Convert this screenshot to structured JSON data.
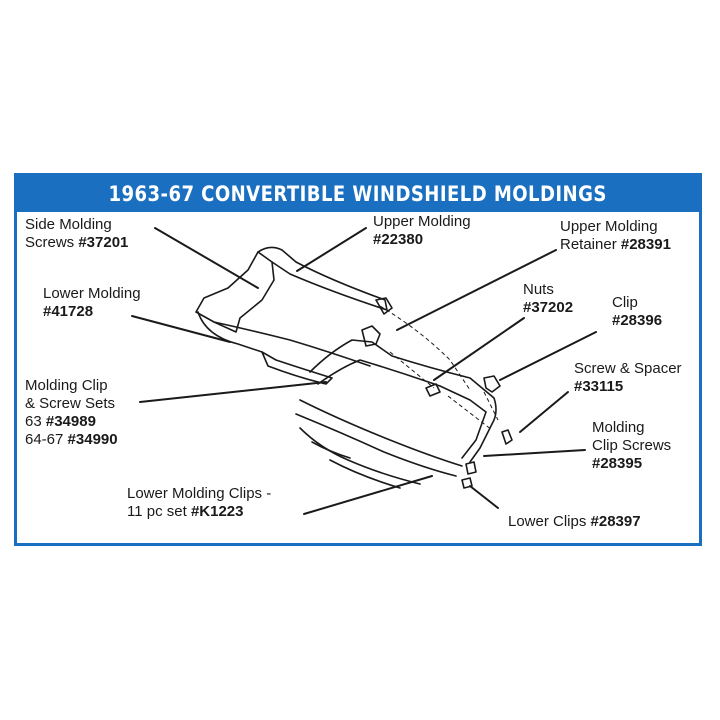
{
  "title": "1963-67 CONVERTIBLE WINDSHIELD MOLDINGS",
  "colors": {
    "accent": "#1a6fc0",
    "ink": "#1a1a1a"
  },
  "labels": {
    "side_molding_screws": {
      "line1": "Side Molding",
      "line2a": "Screws ",
      "part": "#37201"
    },
    "upper_molding": {
      "line1": "Upper Molding",
      "part": "#22380"
    },
    "upper_molding_retainer": {
      "line1": "Upper Molding",
      "line2a": "Retainer ",
      "part": "#28391"
    },
    "lower_molding": {
      "line1": "Lower Molding",
      "part": "#41728"
    },
    "nuts": {
      "line1": "Nuts",
      "part": "#37202"
    },
    "clip": {
      "line1": "Clip",
      "part": "#28396"
    },
    "screw_spacer": {
      "line1": "Screw & Spacer",
      "part": "#33115"
    },
    "molding_clip_sets": {
      "line1": "Molding Clip",
      "line2": "& Screw Sets",
      "line3a": "63 ",
      "part63": "#34989",
      "line4a": "64-67 ",
      "part6467": "#34990"
    },
    "molding_clip_screws": {
      "line1": "Molding",
      "line2": "Clip Screws",
      "part": "#28395"
    },
    "lower_molding_clips": {
      "line1": "Lower Molding Clips -",
      "line2a": "11 pc set ",
      "part": "#K1223"
    },
    "lower_clips": {
      "line1a": "Lower Clips ",
      "part": "#28397"
    }
  }
}
